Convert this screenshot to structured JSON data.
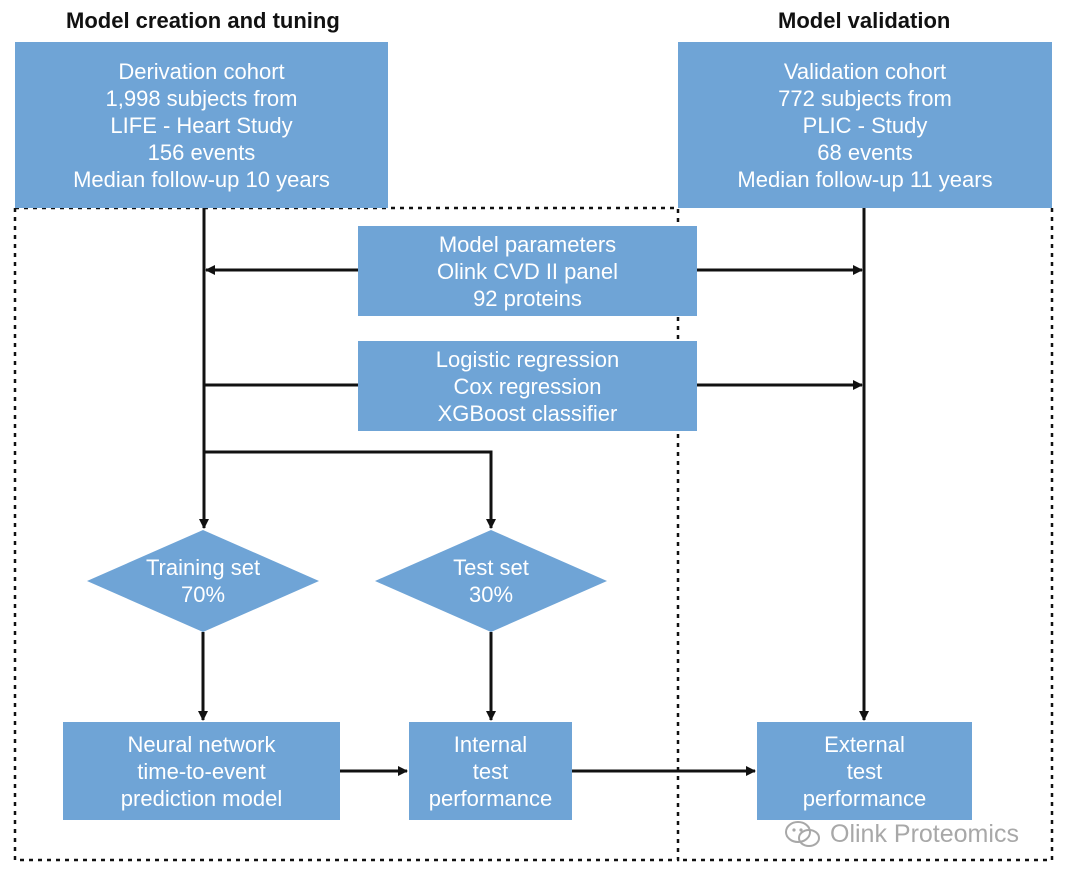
{
  "headings": {
    "left": "Model creation and tuning",
    "right": "Model validation"
  },
  "boxes": {
    "derivation": [
      "Derivation cohort",
      "1,998 subjects from",
      "LIFE - Heart Study",
      "156 events",
      "Median follow-up 10 years"
    ],
    "validation": [
      "Validation cohort",
      "772 subjects from",
      "PLIC - Study",
      "68 events",
      "Median follow-up 11 years"
    ],
    "parameters": [
      "Model parameters",
      "Olink CVD II panel",
      "92 proteins"
    ],
    "methods": [
      "Logistic regression",
      "Cox regression",
      "XGBoost classifier"
    ],
    "neural": [
      "Neural network",
      "time-to-event",
      "prediction model"
    ],
    "internal": [
      "Internal",
      "test",
      "performance"
    ],
    "external": [
      "External",
      "test",
      "performance"
    ]
  },
  "diamonds": {
    "training": [
      "Training set",
      "70%"
    ],
    "test": [
      "Test set",
      "30%"
    ]
  },
  "watermark": "Olink Proteomics",
  "colors": {
    "box_fill": "#6fa4d6",
    "box_text": "#ffffff",
    "line": "#111111",
    "watermark": "#a8a8a8"
  }
}
